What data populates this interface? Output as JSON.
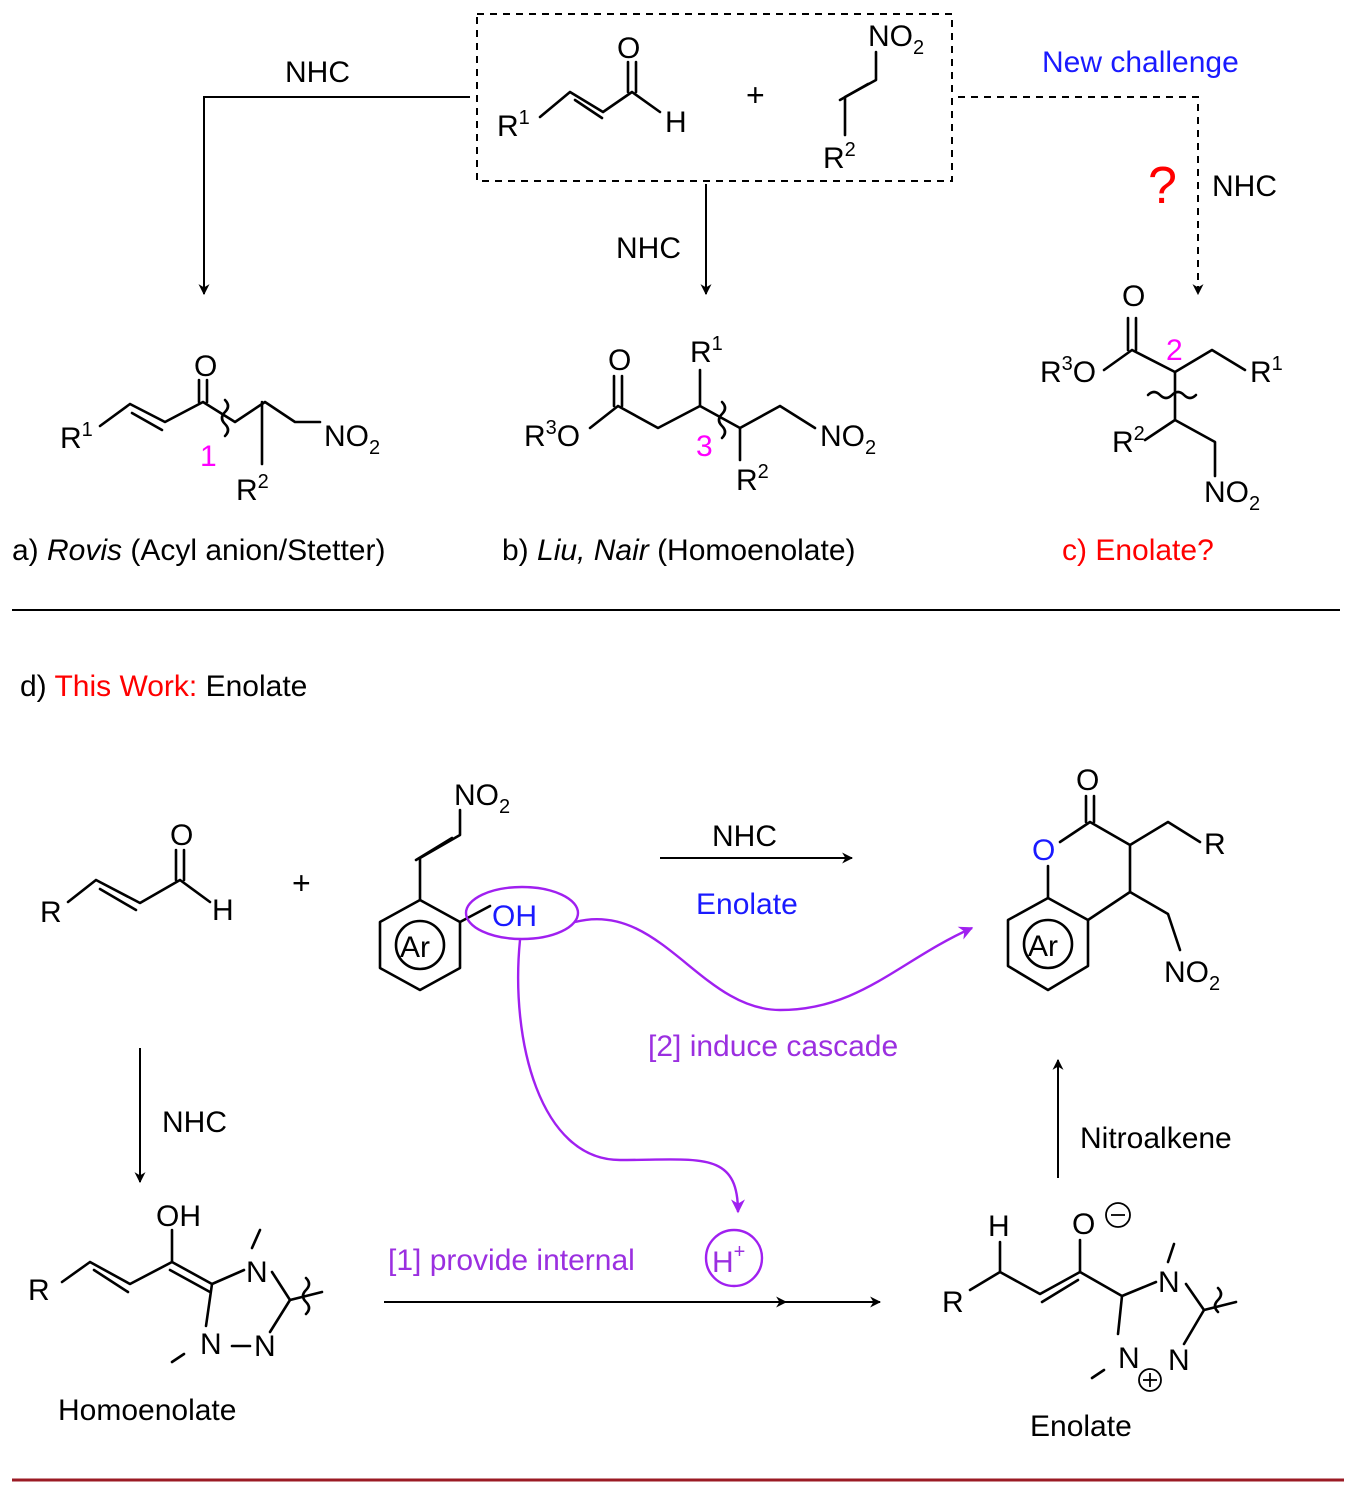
{
  "top": {
    "left_reagent_label": "NHC",
    "center_reagent_label": "NHC",
    "right_reagent_label": "NHC",
    "new_challenge": "New challenge",
    "question_mark": "?",
    "plus": "+"
  },
  "substituents": {
    "R": "R",
    "R1_base": "R",
    "R1_sup": "1",
    "R2_base": "R",
    "R2_sup": "2",
    "R3_base": "R",
    "R3_sup": "3",
    "O": "O",
    "H": "H",
    "OH": "OH",
    "NO2_base": "NO",
    "NO2_sub": "2",
    "N": "N",
    "Ar": "Ar"
  },
  "bond_numbers": {
    "a": "1",
    "b": "3",
    "c": "2"
  },
  "captions": {
    "a_prefix": "a) ",
    "a_author": "Rovis",
    "a_desc": " (Acyl anion/Stetter)",
    "b_prefix": "b) ",
    "b_author": "Liu, Nair",
    "b_desc": " (Homoenolate)",
    "c": "c) Enolate?"
  },
  "section_d": {
    "prefix": "d) ",
    "highlight": "This Work:",
    "suffix": " Enolate",
    "nhc_label": "NHC",
    "enolate_arrow_label": "Enolate",
    "induce_cascade": "[2] induce cascade",
    "provide_internal": "[1] provide internal",
    "proton_base": "H",
    "proton_sup": "+",
    "left_nhc": "NHC",
    "nitroalkene": "Nitroalkene",
    "homoenolate_label": "Homoenolate",
    "enolate_label": "Enolate"
  },
  "colors": {
    "magenta": "#ff00ff",
    "blue": "#1a1aff",
    "red": "#ff0000",
    "purple": "#9b2fe0",
    "rule_dark_red": "#9b1b24"
  }
}
